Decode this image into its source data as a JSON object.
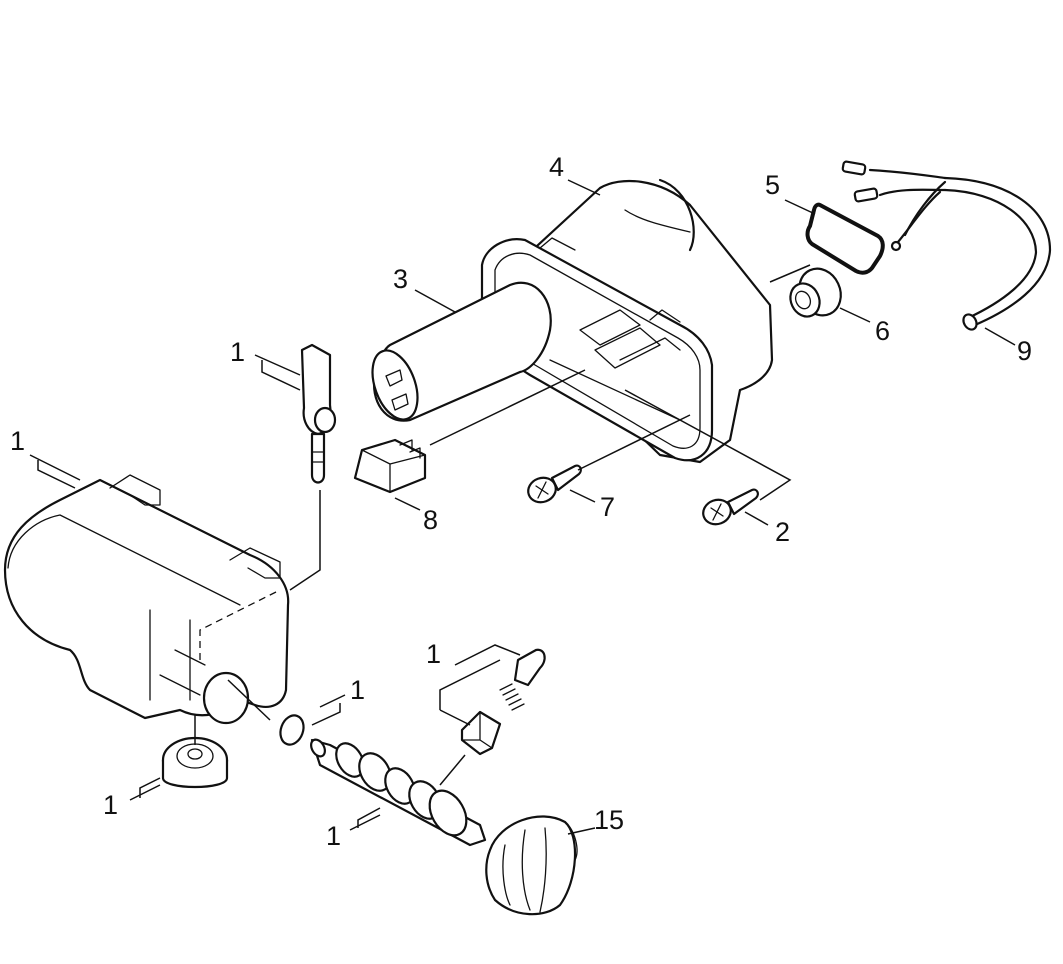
{
  "callouts": {
    "c1a": "1",
    "c1b": "1",
    "c1c": "1",
    "c1d": "1",
    "c1e": "1",
    "c1f": "1",
    "c2": "2",
    "c3": "3",
    "c4": "4",
    "c5": "5",
    "c6": "6",
    "c7": "7",
    "c8": "8",
    "c9": "9",
    "c15": "15"
  }
}
